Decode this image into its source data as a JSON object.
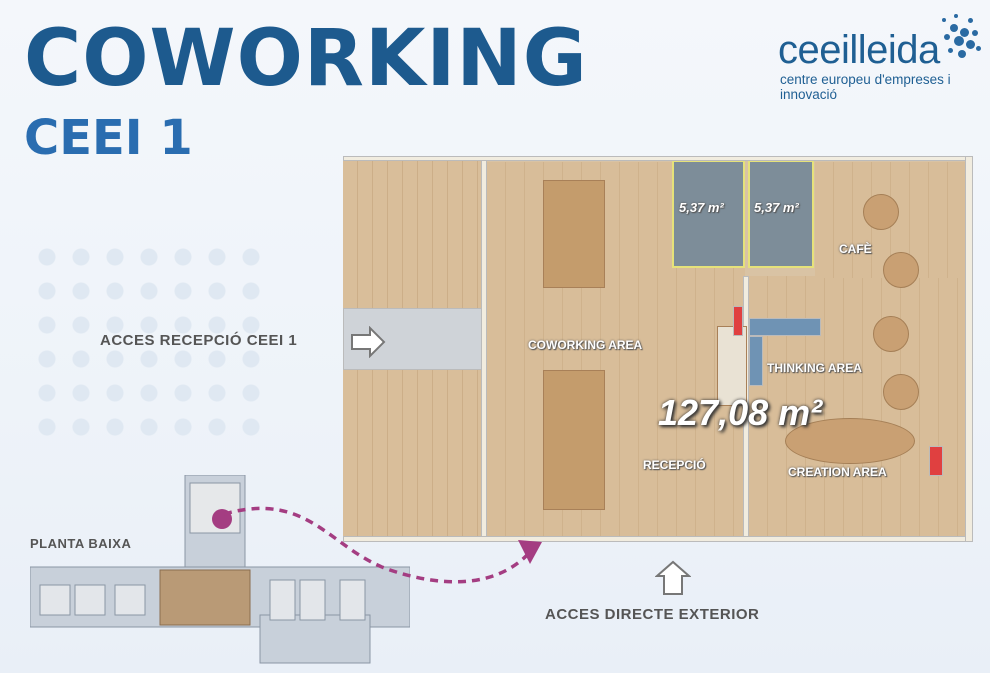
{
  "header": {
    "title": "COWORKING",
    "subtitle": "CEEI 1"
  },
  "logo": {
    "name": "ceeilleida",
    "tagline": "centre europeu d'empreses i innovació"
  },
  "plan": {
    "total_area": "127,08 m²",
    "bathrooms": [
      "5,37 m²",
      "5,37 m²"
    ],
    "zones": {
      "coworking": "COWORKING AREA",
      "reception": "RECEPCIÓ",
      "thinking": "THINKING AREA",
      "creation": "CREATION AREA",
      "cafe": "CAFÈ"
    }
  },
  "labels": {
    "reception_access": "ACCES  RECEPCIÓ CEEI 1",
    "exterior_access": "ACCES  DIRECTE EXTERIOR",
    "ground_floor": "PLANTA BAIXA"
  },
  "colors": {
    "brand": "#1d5a8e",
    "accent": "#a43d82"
  }
}
